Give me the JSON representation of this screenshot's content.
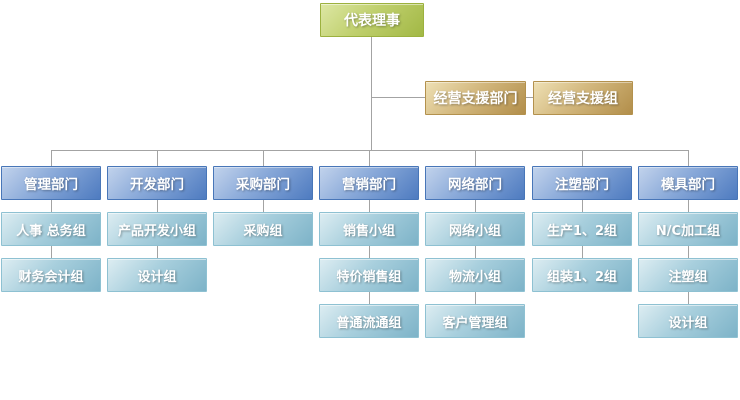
{
  "root": {
    "label": "代表理事"
  },
  "support": {
    "dept": "经营支援部门",
    "group": "经营支援组"
  },
  "columns": [
    {
      "title": "管理部门",
      "children": [
        "人事 总务组",
        "财务会计组"
      ]
    },
    {
      "title": "开发部门",
      "children": [
        "产品开发小组",
        "设计组"
      ]
    },
    {
      "title": "采购部门",
      "children": [
        "采购组"
      ]
    },
    {
      "title": "营销部门",
      "children": [
        "销售小组",
        "特价销售组",
        "普通流通组"
      ]
    },
    {
      "title": "网络部门",
      "children": [
        "网络小组",
        "物流小组",
        "客户管理组"
      ]
    },
    {
      "title": "注塑部门",
      "children": [
        "生产1、2组",
        "组装1、2组"
      ]
    },
    {
      "title": "模具部门",
      "children": [
        "N/C加工组",
        "注塑组",
        "设计组"
      ]
    }
  ],
  "colors": {
    "root_green": "#a2b845",
    "support_gold": "#b28e4a",
    "department_blue": "#4e7bc0",
    "group_teal": "#7db3c8",
    "connector_gray": "#a3a3a3",
    "text": "#ffffff"
  }
}
